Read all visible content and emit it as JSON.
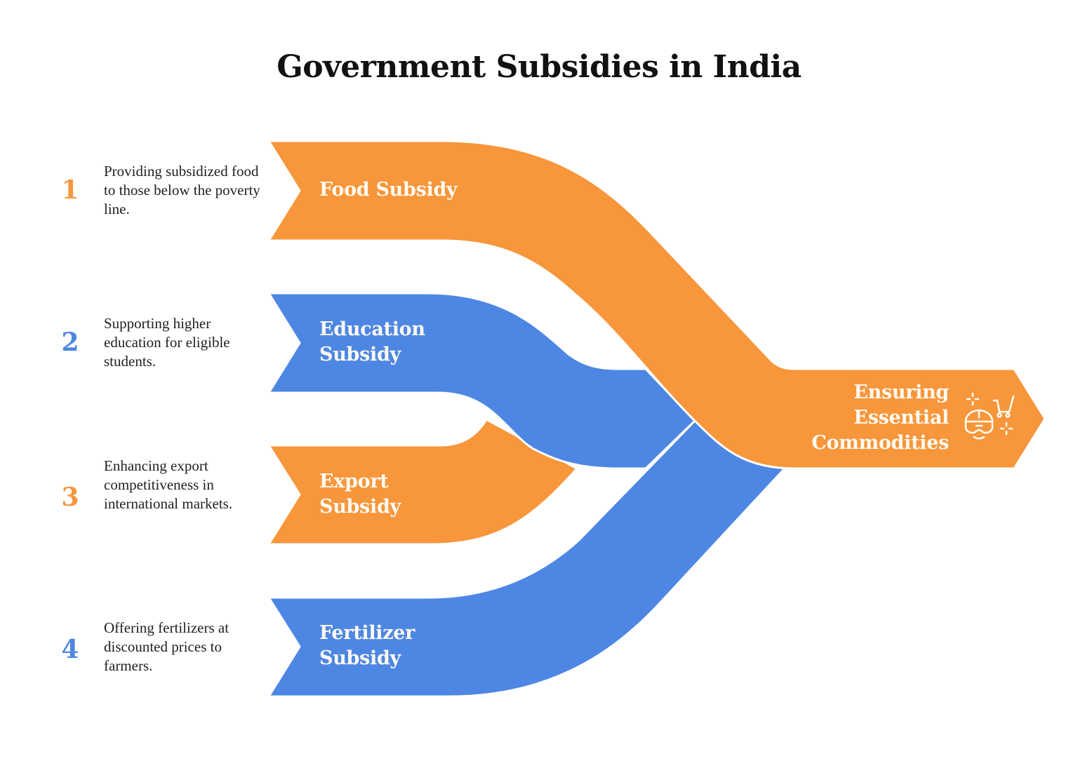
{
  "title": "Government Subsidies in India",
  "colors": {
    "orange": "#F7963B",
    "blue": "#4D87E3",
    "text_dark": "#222222",
    "label_light": "#FFFAF2"
  },
  "steps": [
    {
      "number": "1",
      "color": "#F7963B",
      "description": "Providing subsidized food to those below the poverty line.",
      "label_lines": [
        "Food Subsidy"
      ]
    },
    {
      "number": "2",
      "color": "#4D87E3",
      "description": "Supporting higher education for eligible students.",
      "label_lines": [
        "Education",
        "Subsidy"
      ]
    },
    {
      "number": "3",
      "color": "#F7963B",
      "description": "Enhancing export competitiveness in international markets.",
      "label_lines": [
        "Export",
        "Subsidy"
      ]
    },
    {
      "number": "4",
      "color": "#4D87E3",
      "description": "Offering fertilizers at discounted prices to farmers.",
      "label_lines": [
        "Fertilizer",
        "Subsidy"
      ]
    }
  ],
  "outcome": {
    "label_lines": [
      "Ensuring",
      "Essential",
      "Commodities"
    ],
    "icon": "vr-headset-shopping-cart-icon",
    "color": "#F7963B"
  }
}
